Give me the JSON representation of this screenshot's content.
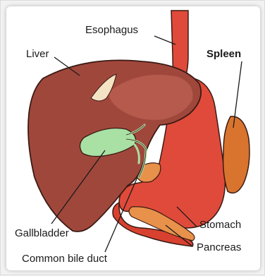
{
  "diagram": {
    "labels": {
      "esophagus": "Esophagus",
      "liver": "Liver",
      "spleen": "Spleen",
      "gallbladder": "Gallbladder",
      "stomach": "Stomach",
      "pancreas": "Pancreas",
      "common_bile_duct": "Common bile duct"
    },
    "colors": {
      "liver": "#a0473c",
      "liver_light": "#b55a4c",
      "stomach": "#e04a3a",
      "spleen": "#d9742e",
      "pancreas": "#e8914a",
      "gallbladder": "#a9e0a4",
      "outline": "#3a1a14",
      "background": "#ffffff"
    }
  }
}
